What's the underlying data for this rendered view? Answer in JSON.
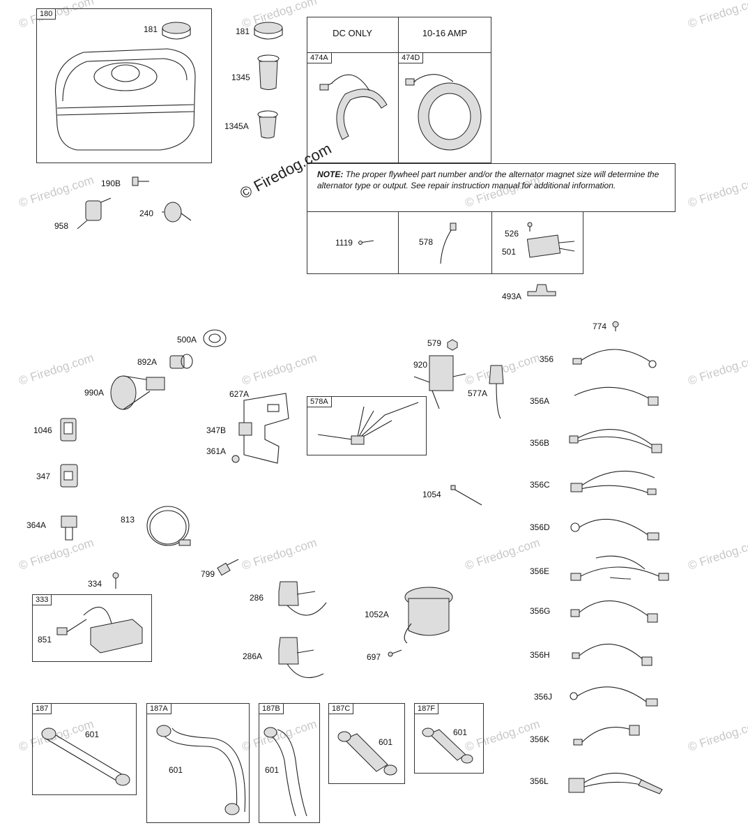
{
  "watermark": "© Firedog.com",
  "center_watermark": "© Firedog.com",
  "headers": {
    "dc_only": "DC ONLY",
    "amp": "10-16 AMP"
  },
  "note": {
    "prefix": "NOTE:",
    "text": "The proper flywheel part number and/or the alternator magnet size will determine the alternator type or output. See repair instruction manual for additional information."
  },
  "box_tags": {
    "b180": "180",
    "b474A": "474A",
    "b474D": "474D",
    "b578A": "578A",
    "b333": "333",
    "b187": "187",
    "b187A": "187A",
    "b187B": "187B",
    "b187C": "187C",
    "b187F": "187F"
  },
  "parts": {
    "p181a": "181",
    "p181b": "181",
    "p1345": "1345",
    "p1345A": "1345A",
    "p190B": "190B",
    "p958": "958",
    "p240": "240",
    "p1119": "1119",
    "p578": "578",
    "p526": "526",
    "p501": "501",
    "p493A": "493A",
    "p500A": "500A",
    "p892A": "892A",
    "p990A": "990A",
    "p1046": "1046",
    "p347": "347",
    "p364A": "364A",
    "p813": "813",
    "p627A": "627A",
    "p347B": "347B",
    "p361A": "361A",
    "p579": "579",
    "p920": "920",
    "p577A": "577A",
    "p1054": "1054",
    "p774": "774",
    "p356": "356",
    "p356A": "356A",
    "p356B": "356B",
    "p356C": "356C",
    "p356D": "356D",
    "p356E": "356E",
    "p356G": "356G",
    "p356H": "356H",
    "p356J": "356J",
    "p356K": "356K",
    "p356L": "356L",
    "p799": "799",
    "p334": "334",
    "p851": "851",
    "p286": "286",
    "p286A": "286A",
    "p1052A": "1052A",
    "p697": "697",
    "p601a": "601",
    "p601b": "601",
    "p601c": "601",
    "p601d": "601",
    "p601e": "601"
  }
}
